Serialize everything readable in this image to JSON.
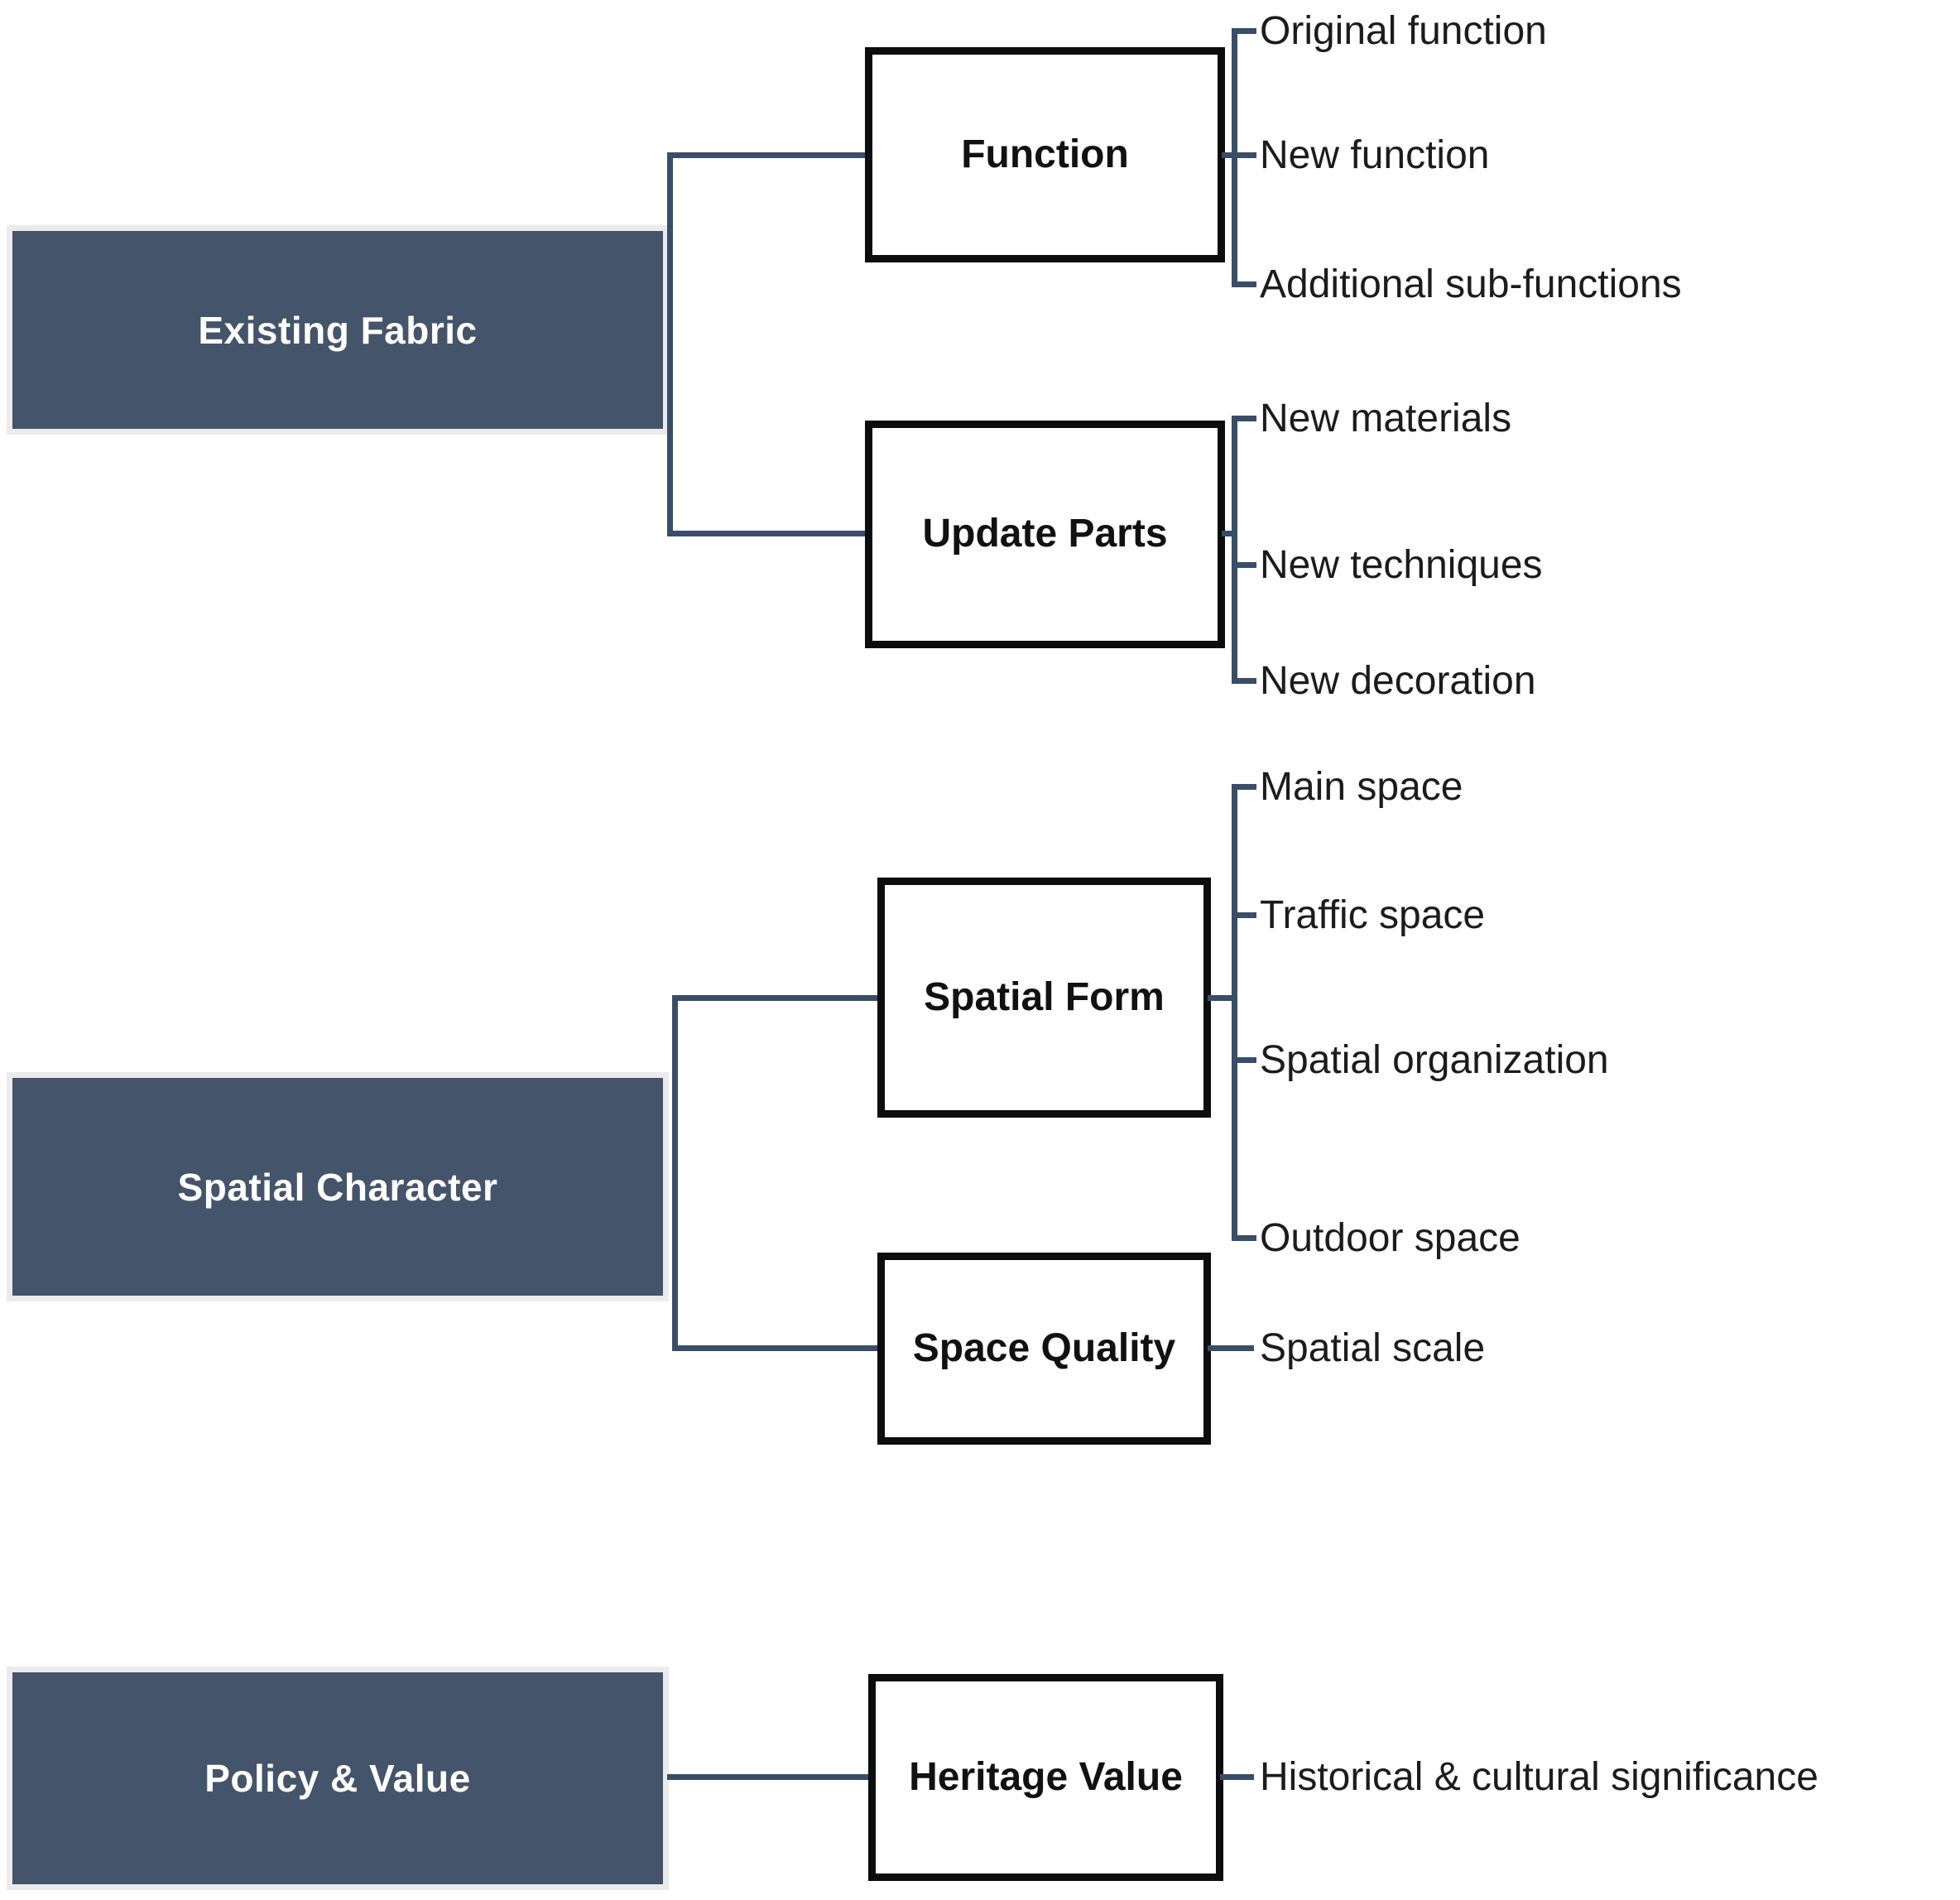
{
  "diagram_title": "",
  "colors": {
    "page_bg": "#FFFFFF",
    "parent_fill": "#44546A",
    "parent_outline": "#EBEBEB",
    "parent_text": "#FFFFFF",
    "child_fill": "#FFFFFF",
    "child_border": "#0D0D0D",
    "connector": "#3A4D68",
    "text": "#1C1C1C"
  },
  "sections": [
    {
      "parent": "Existing Fabric",
      "children": [
        {
          "label": "Function",
          "leaves": [
            "Original function",
            "New function",
            "Additional sub-functions"
          ]
        },
        {
          "label": "Update Parts",
          "leaves": [
            "New materials",
            "New techniques",
            "New decoration"
          ]
        }
      ]
    },
    {
      "parent": "Spatial Character",
      "children": [
        {
          "label": "Spatial Form",
          "leaves": [
            "Main space",
            "Traffic space",
            "Spatial organization",
            "Outdoor space"
          ]
        },
        {
          "label": "Space Quality",
          "leaves": [
            "Spatial scale"
          ]
        }
      ]
    },
    {
      "parent": "Policy & Value",
      "children": [
        {
          "label": "Heritage Value",
          "leaves": [
            "Historical & cultural significance"
          ]
        }
      ]
    }
  ]
}
